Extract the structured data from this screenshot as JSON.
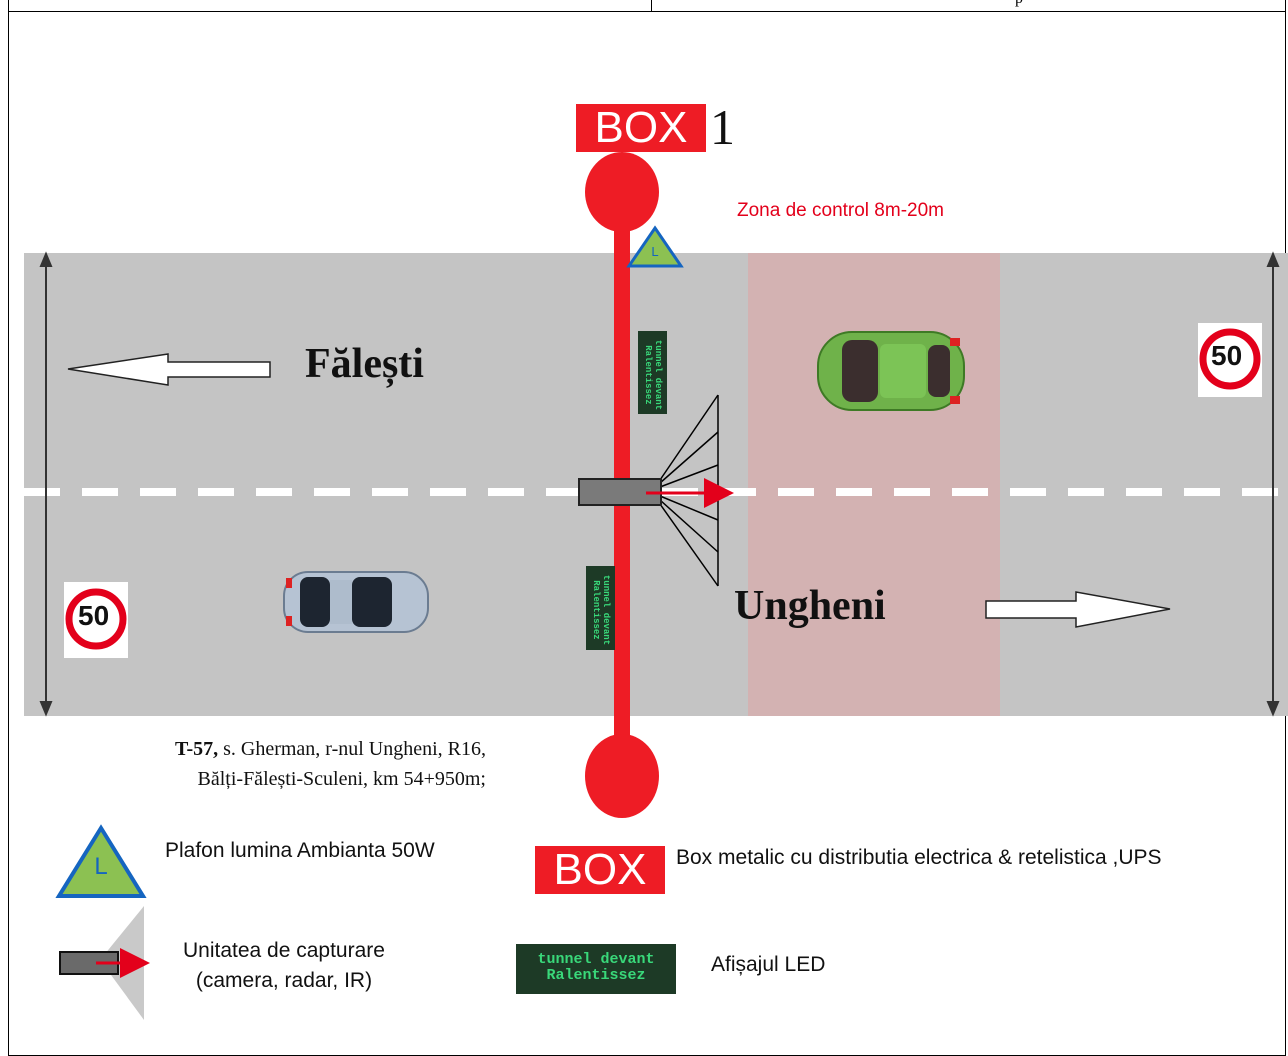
{
  "header": {
    "cell_text": "p"
  },
  "box_top": {
    "label": "BOX",
    "number": "1"
  },
  "zone_label": "Zona de control 8m-20m",
  "directions": {
    "left_city": "Fălești",
    "right_city": "Ungheni"
  },
  "speed_limit": "50",
  "location": {
    "line1_bold": "T-57,",
    "line1_rest": " s. Gherman, r-nul Ungheni, R16,",
    "line2": "Bălți-Fălești-Sculeni, km 54+950m;"
  },
  "led_sign": {
    "line1": "tunnel devant",
    "line2": "Ralentissez"
  },
  "legend": {
    "light_icon_letter": "L",
    "light_label": "Plafon lumina Ambianta 50W",
    "box_label": "BOX",
    "box_desc": "Box metalic  cu distributia electrica & retelistica ,UPS",
    "capture_line1": "Unitatea de capturare",
    "capture_line2": "(camera, radar, IR)",
    "led_label": "Afișajul LED"
  },
  "colors": {
    "road": "#c4c4c4",
    "pole": "#ee1c25",
    "zone": "#d3b2b2",
    "led_bg": "#1d3a26",
    "led_text": "#39d87a"
  }
}
